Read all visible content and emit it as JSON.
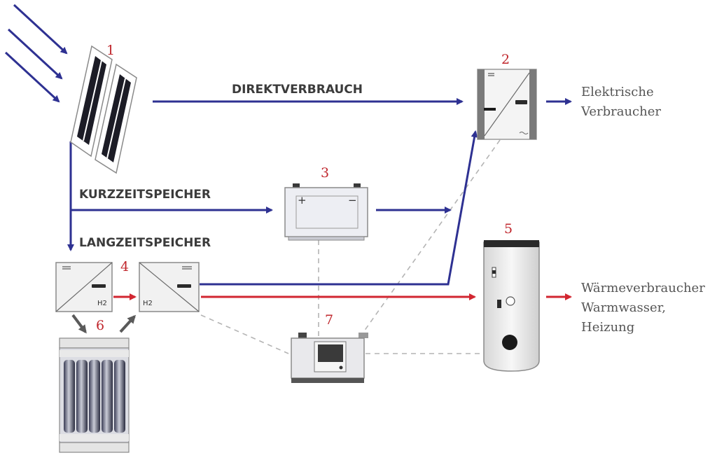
{
  "colors": {
    "blue": "#2e3192",
    "red": "#d22630",
    "grey_arrow": "#5a5a5a",
    "dash": "#b4b4b4",
    "number": "#c0272d",
    "label": "#3b3b3b"
  },
  "numbers": {
    "pv": "1",
    "inverter": "2",
    "battery": "3",
    "electrolyser": "4",
    "heat_storage": "5",
    "hydrogen_tank": "6",
    "controller": "7"
  },
  "labels": {
    "direct": "DIREKTVERBRAUCH",
    "short": "KURZZEITSPEICHER",
    "long": "LANGZEITSPEICHER",
    "h2_a": "H2",
    "h2_b": "H2",
    "battery_plus": "+",
    "battery_minus": "−"
  },
  "outputs": {
    "electric": [
      "Elektrische",
      "Verbraucher"
    ],
    "heat": [
      "Wärmeverbraucher",
      "Warmwasser,",
      "Heizung"
    ]
  },
  "icons": {
    "pv": "solar-panel-icon",
    "inverter": "inverter-icon",
    "battery": "battery-icon",
    "electrolyser": "electrolyser-icon",
    "fuel_cell": "fuel-cell-icon",
    "tank": "hydrogen-storage-icon",
    "boiler": "hot-water-tank-icon",
    "controller": "controller-icon"
  }
}
